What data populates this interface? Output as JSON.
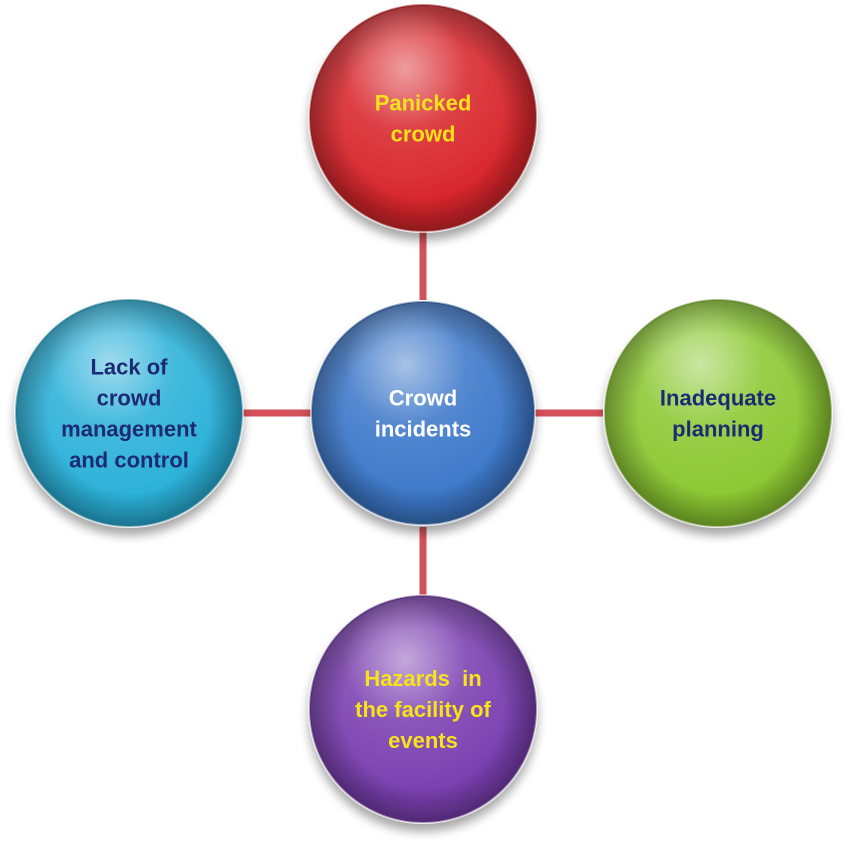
{
  "diagram": {
    "connector_color": "#d4505a",
    "center": {
      "lines": [
        "Crowd",
        "incidents"
      ],
      "fill": "#3d78c9",
      "text_color": "#ffffff"
    },
    "nodes": {
      "top": {
        "lines": [
          "Panicked",
          "crowd"
        ],
        "fill": "#d8262c",
        "text_color": "#f7e21b"
      },
      "left": {
        "lines": [
          "Lack of",
          "crowd",
          "management",
          "and control"
        ],
        "fill": "#2bb1d9",
        "text_color": "#1e2a73"
      },
      "right": {
        "lines": [
          "Inadequate",
          "planning"
        ],
        "fill": "#8cc832",
        "text_color": "#1e2a73"
      },
      "bottom": {
        "lines": [
          "Hazards  in",
          "the facility of",
          "events"
        ],
        "fill": "#7a3fb0",
        "text_color": "#f7e21b"
      }
    }
  }
}
